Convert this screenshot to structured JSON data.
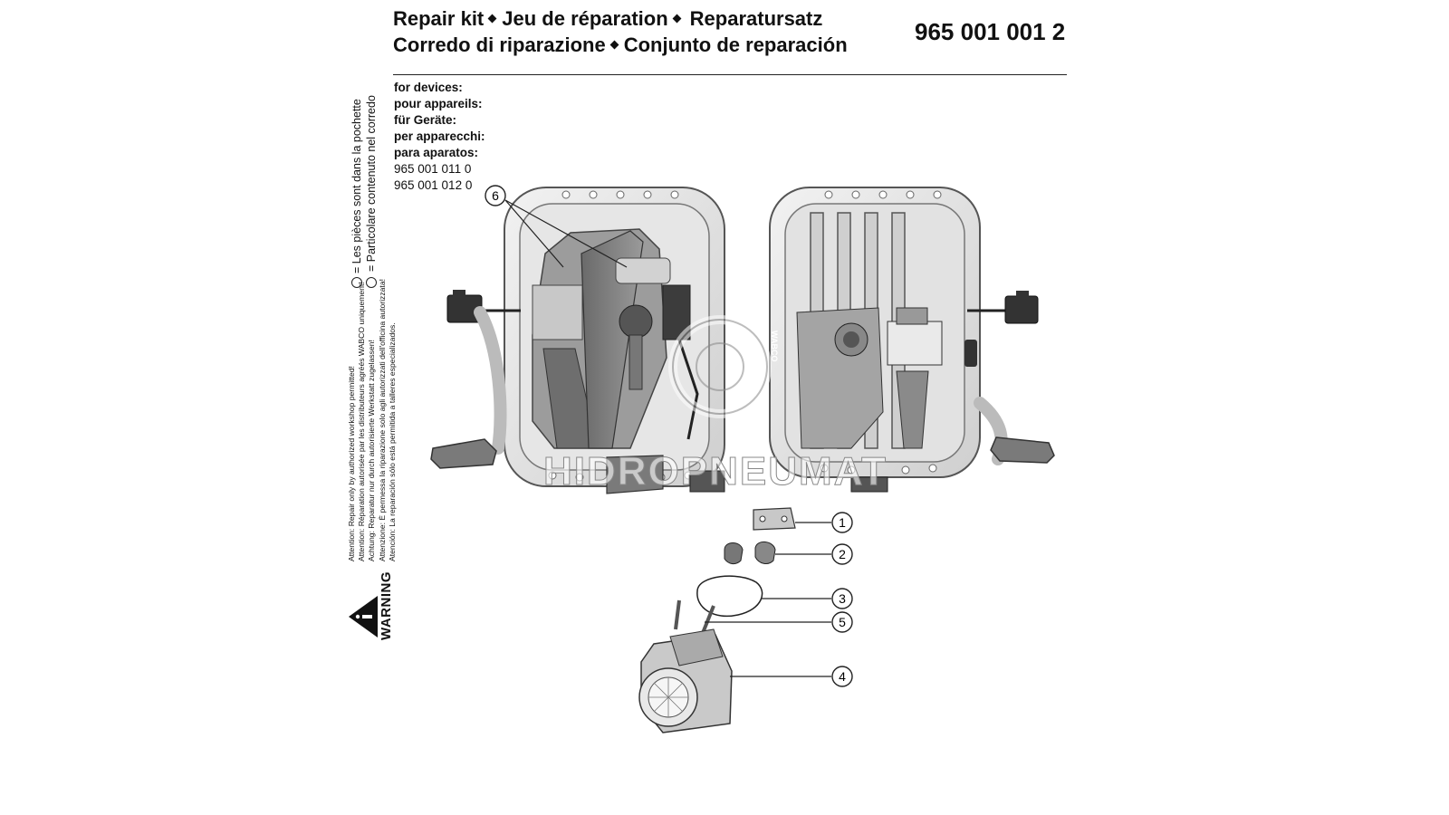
{
  "header": {
    "title_en": "Repair kit",
    "title_fr": "Jeu de réparation",
    "title_de": "Reparatursatz",
    "title_it": "Corredo di riparazione",
    "title_es": "Conjunto de reparación",
    "part_number": "965 001 001 2"
  },
  "devices": {
    "labels": [
      "for devices:",
      "pour appareils:",
      "für Geräte:",
      "per apparecchi:",
      "para aparatos:"
    ],
    "numbers": [
      "965 001 011 0",
      "965 001 012 0"
    ]
  },
  "legend": {
    "fr": "= Les pièces sont dans la pochette",
    "it": "= Particolare contenuto nel corredo"
  },
  "attention": [
    "Attention: Repair only by authorized workshop permitted!",
    "Attention: Réparation autorisée par les distributeurs agréés WABCO uniquement!",
    "Achtung: Reparatur nur durch autorisierte Werkstatt zugelassen!",
    "Attenzione: È permessa la riparazione solo agli autorizzati dell'officina autorizzata!",
    "Atención: La reparación sólo está permitida a talleres especializados."
  ],
  "warning": "WARNING",
  "brand_mark": "WABCO",
  "watermark": "HIDROPNEUMAT",
  "callouts": [
    "1",
    "2",
    "3",
    "4",
    "5",
    "6"
  ]
}
